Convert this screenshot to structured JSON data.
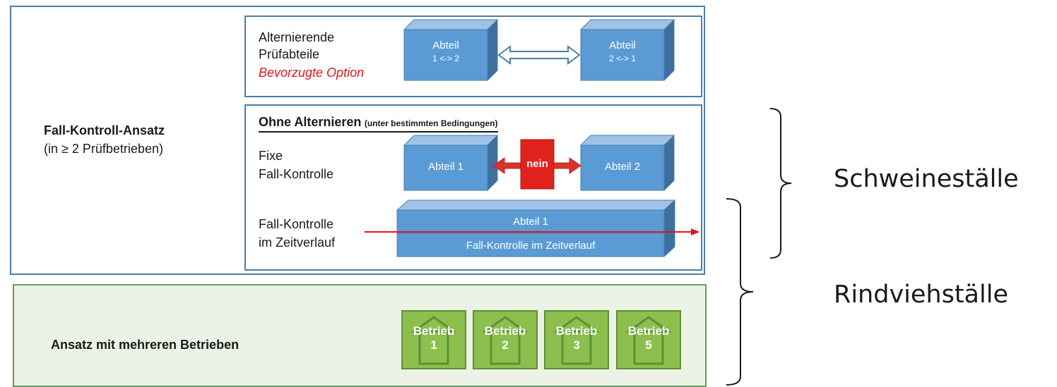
{
  "top_section": {
    "title": "Fall-Kontroll-Ansatz",
    "subtitle": "(in ≥ 2 Prüfbetrieben)",
    "alternating": {
      "line1": "Alternierende",
      "line2": "Prüfabteile",
      "preferred": "Bevorzugte Option",
      "box_left_line1": "Abteil",
      "box_left_line2": "1 <-> 2",
      "box_right_line1": "Abteil",
      "box_right_line2": "2 <-> 1"
    },
    "no_alternating": {
      "heading": "Ohne Alternieren",
      "heading_note": "(unter bestimmten Bedingungen)",
      "fixed_line1": "Fixe",
      "fixed_line2": "Fall-Kontrolle",
      "box_left": "Abteil 1",
      "box_middle": "nein",
      "box_right": "Abteil 2",
      "time_line1": "Fall-Kontrolle",
      "time_line2": "im Zeitverlauf",
      "wide_box_top": "Abteil 1",
      "wide_box_bottom": "Fall-Kontrolle im Zeitverlauf"
    }
  },
  "bottom_section": {
    "title": "Ansatz mit mehreren Betrieben",
    "farms": [
      {
        "label": "Betrieb",
        "number": "1"
      },
      {
        "label": "Betrieb",
        "number": "2"
      },
      {
        "label": "Betrieb",
        "number": "3"
      },
      {
        "label": "Betrieb",
        "number": "5"
      }
    ]
  },
  "brackets": {
    "pigs": "Schweineställe",
    "cattle": "Rindviehställe"
  },
  "colors": {
    "border_blue": "#4a7ea8",
    "box_blue": "#5b9bd5",
    "red": "#e0141e",
    "green_panel": "#ecf2e6",
    "green_box": "#8cbf4d"
  }
}
